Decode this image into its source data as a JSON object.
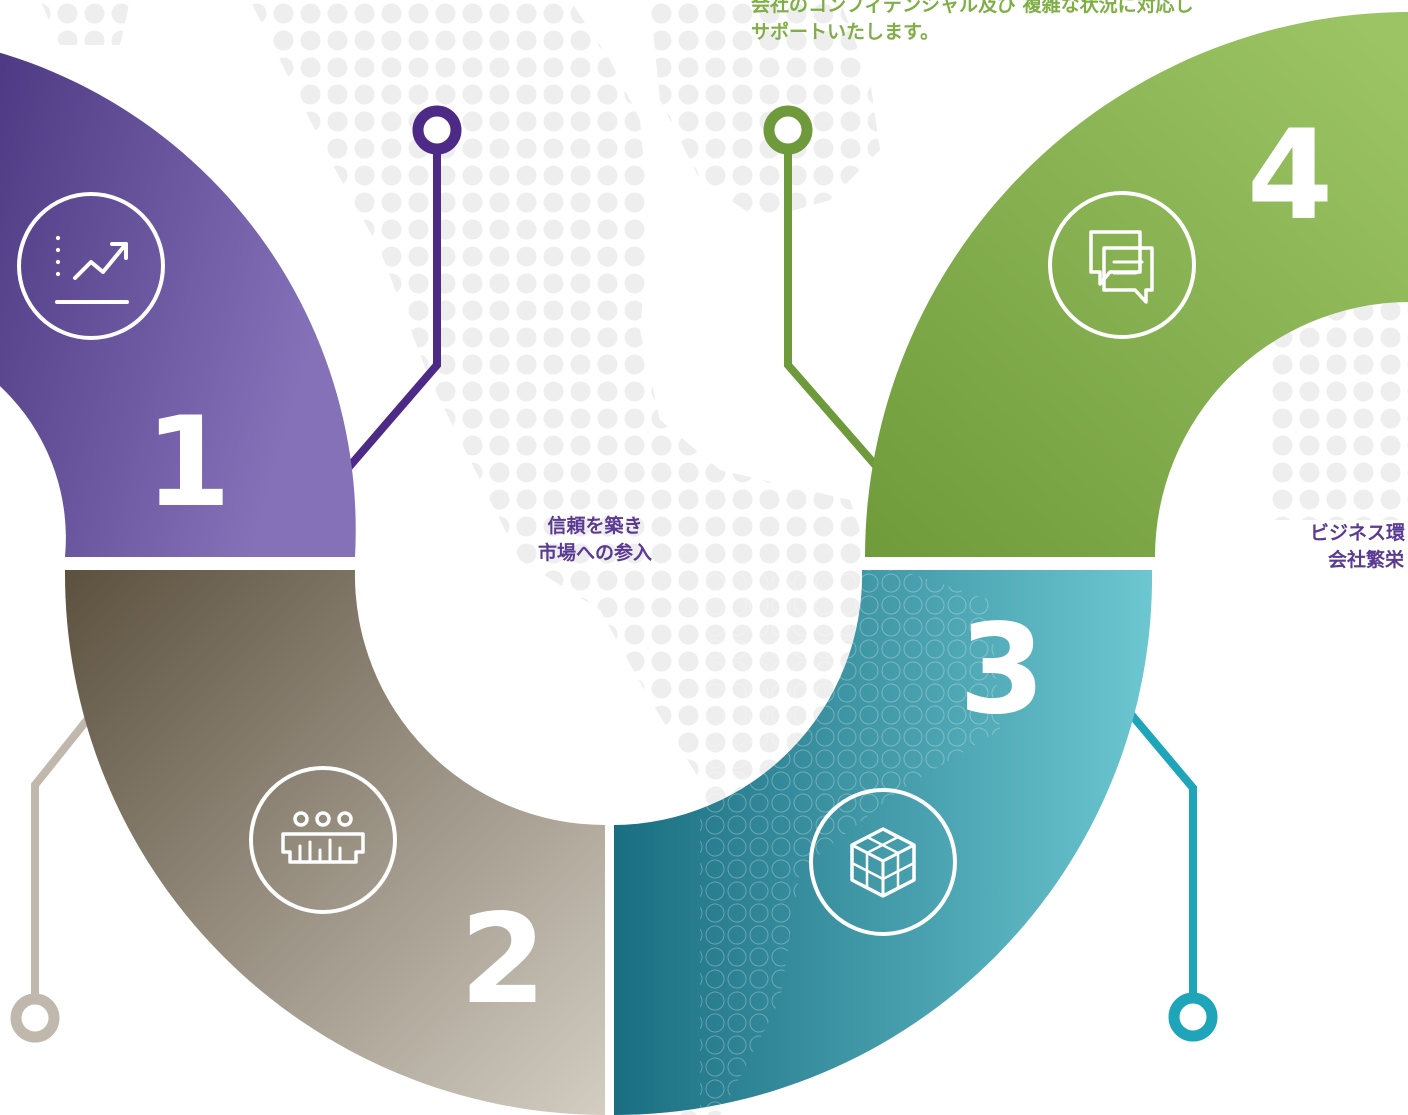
{
  "diagram": {
    "steps": [
      {
        "number": "1",
        "icon": "growth-chart-icon",
        "color": "#5b3a93"
      },
      {
        "number": "2",
        "icon": "people-chart-icon",
        "color": "#8a8173"
      },
      {
        "number": "3",
        "icon": "cube-icon",
        "color": "#2797a8"
      },
      {
        "number": "4",
        "icon": "chat-bubbles-icon",
        "color": "#7fae44"
      }
    ],
    "captions": {
      "top": [
        "会社のコンフィデンシャル及び 複雑な状況に対応し",
        "サポートいたします。"
      ],
      "center": [
        "信頼を築き",
        "市場への参入"
      ],
      "right": [
        "ビジネス環",
        "会社繁栄"
      ]
    }
  }
}
